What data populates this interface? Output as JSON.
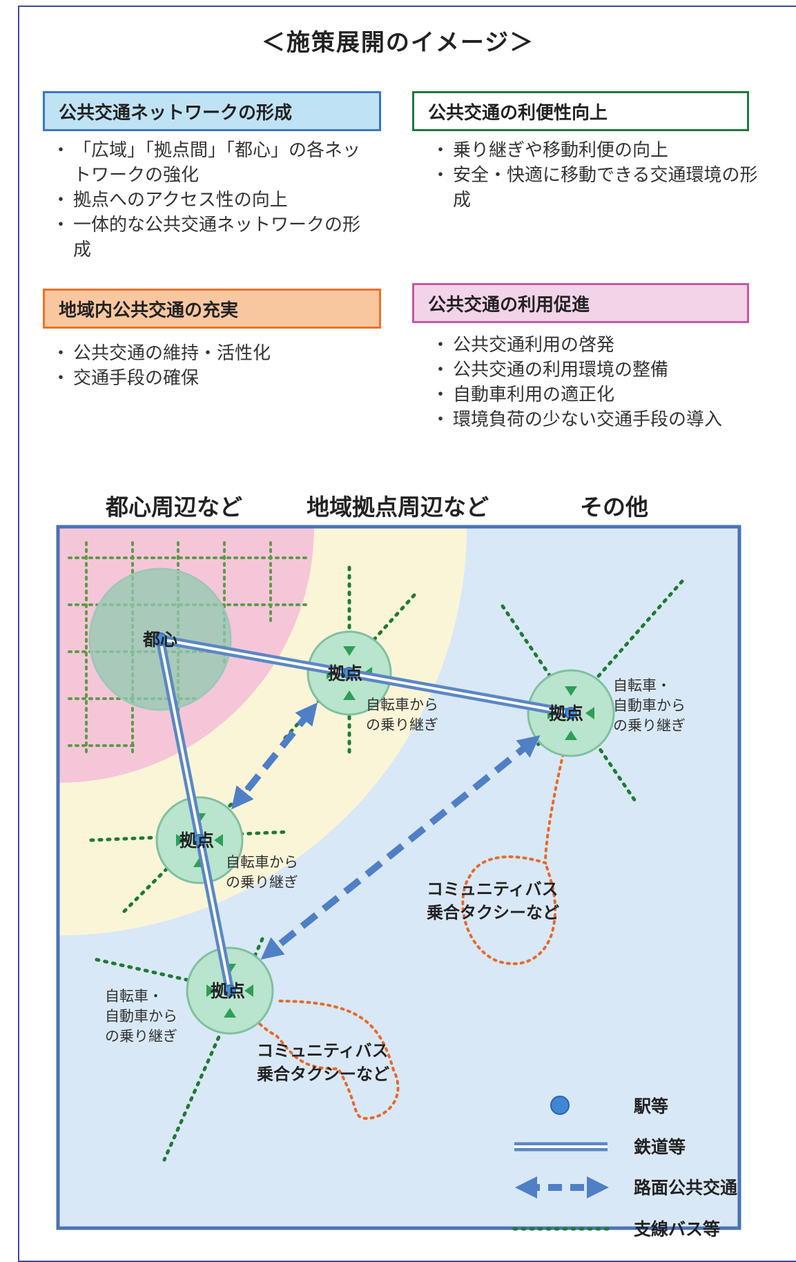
{
  "title": "＜施策展開のイメージ＞",
  "categories": [
    {
      "label": "公共交通ネットワークの形成",
      "bullets": [
        "「広域」「拠点間」「都心」の各ネットワークの強化",
        "拠点へのアクセス性の向上",
        "一体的な公共交通ネットワークの形成"
      ]
    },
    {
      "label": "公共交通の利便性向上",
      "bullets": [
        "乗り継ぎや移動利便の向上",
        "安全・快適に移動できる交通環境の形成"
      ]
    },
    {
      "label": "地域内公共交通の充実",
      "bullets": [
        "公共交通の維持・活性化",
        "交通手段の確保"
      ]
    },
    {
      "label": "公共交通の利用促進",
      "bullets": [
        "公共交通利用の啓発",
        "公共交通の利用環境の整備",
        "自動車利用の適正化",
        "環境負荷の少ない交通手段の導入"
      ]
    }
  ],
  "zones": {
    "center": "都心周辺など",
    "regional": "地域拠点周辺など",
    "other": "その他"
  },
  "diagram": {
    "toshin": "都心",
    "kyoten": "拠点",
    "bike_transfer": [
      "自転車から",
      "の乗り継ぎ"
    ],
    "bike_car_transfer": [
      "自転車・",
      "自動車から",
      "の乗り継ぎ"
    ],
    "community_bus": [
      "コミュニティバス",
      "乗合タクシーなど"
    ]
  },
  "legend": {
    "station": "駅等",
    "railway": "鉄道等",
    "road_transit": "路面公共交通",
    "feeder_bus": "支線バス等"
  },
  "colors": {
    "frame": "#3b4a9e",
    "box1_border": "#3d74c7",
    "box1_fill": "#bfe3f4",
    "box2_border": "#1e7a3a",
    "box2_fill": "#ffffff",
    "box3_border": "#e8742c",
    "box3_fill": "#f9c79f",
    "box4_border": "#c35aa6",
    "box4_fill": "#f3d3e8",
    "zone_pink": "#f5c6d8",
    "zone_yellow": "#fbf5d8",
    "zone_blue": "#d9e8f6",
    "rail": "#5b87c4",
    "arrow": "#4f7fc6",
    "feeder": "#1f7a35",
    "community": "#e8682a"
  },
  "icons": {
    "station": "blue-sphere",
    "railway": "double-line",
    "road_transit": "dashed-double-arrow",
    "feeder_bus": "dotted-line"
  }
}
